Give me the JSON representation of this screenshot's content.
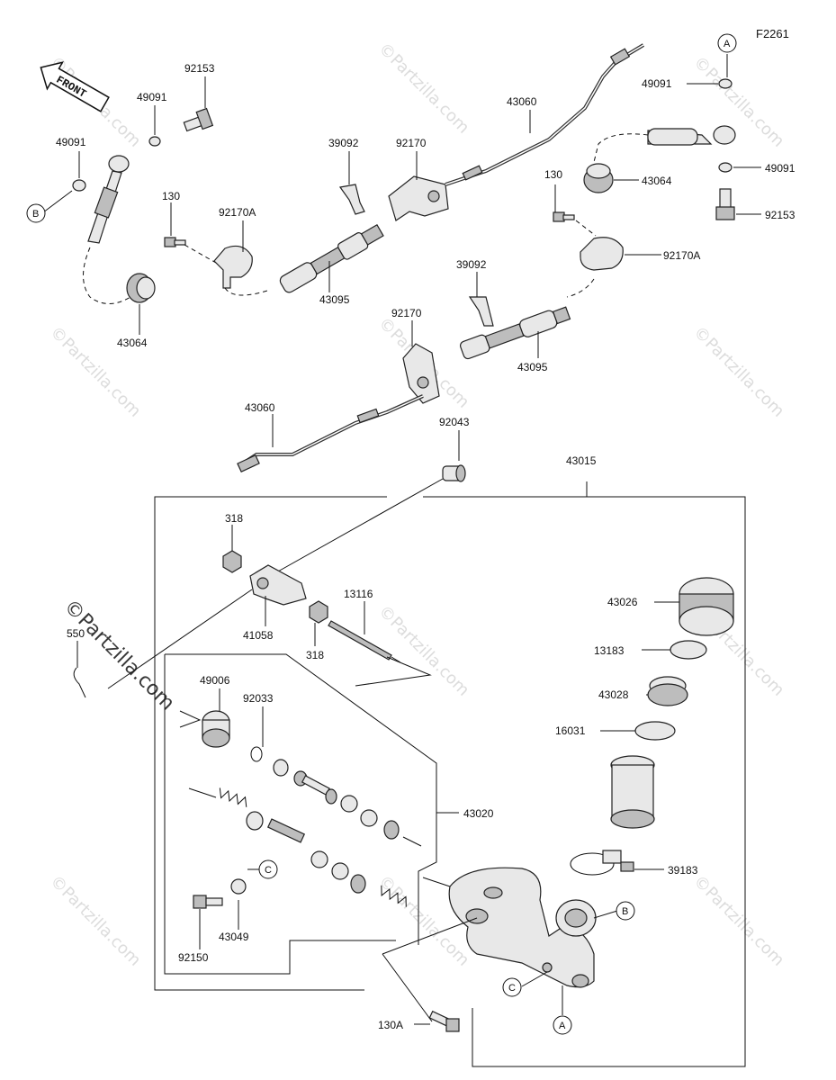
{
  "diagram_code": "F2261",
  "front_arrow_text": "FRONT",
  "watermark_text": "©Partzilla.com",
  "parts": {
    "p92153_left": "92153",
    "p49091_left_top": "49091",
    "p49091_left": "49091",
    "pB_left": "B",
    "p130_left": "130",
    "p92170A_left": "92170A",
    "p43064_left": "43064",
    "p39092_top": "39092",
    "p92170_top": "92170",
    "p43060_top": "43060",
    "p43095_top": "43095",
    "pA_right": "A",
    "p49091_right_top": "49091",
    "p49091_right": "49091",
    "p92153_right": "92153",
    "p130_right": "130",
    "p43064_right": "43064",
    "p92170A_right": "92170A",
    "p39092_mid": "39092",
    "p92170_mid": "92170",
    "p43095_mid": "43095",
    "p43060_bottom": "43060",
    "p92043": "92043",
    "p43015": "43015",
    "p318_top": "318",
    "p41058": "41058",
    "p318_bottom": "318",
    "p13116": "13116",
    "p550": "550",
    "p43026": "43026",
    "p13183": "13183",
    "p43028": "43028",
    "p16031": "16031",
    "p49006": "49006",
    "p92033": "92033",
    "p43020": "43020",
    "p39183": "39183",
    "pC_left": "C",
    "p43049": "43049",
    "p92150": "92150",
    "pB_body": "B",
    "pC_body": "C",
    "pA_body": "A",
    "p130A": "130A"
  }
}
